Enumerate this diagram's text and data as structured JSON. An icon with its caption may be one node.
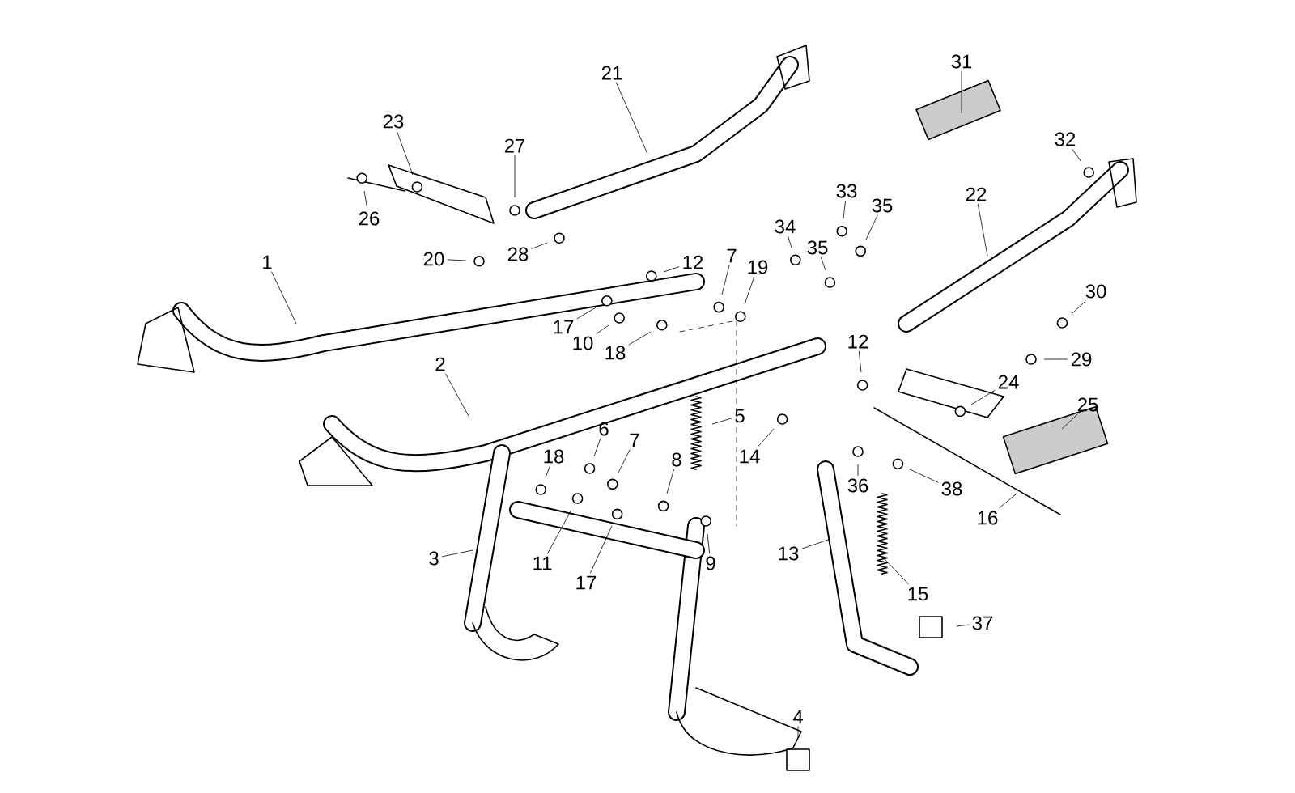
{
  "diagram": {
    "nodes": [
      {
        "text": [
          "31"
        ]
      },
      {
        "text": [
          "21"
        ]
      },
      {
        "text": [
          "23"
        ]
      },
      {
        "text": [
          "32"
        ]
      },
      {
        "text": [
          "27"
        ]
      },
      {
        "text": [
          "33"
        ]
      },
      {
        "text": [
          "22"
        ]
      },
      {
        "text": [
          "35"
        ]
      },
      {
        "text": [
          "26"
        ]
      },
      {
        "text": [
          "34"
        ]
      },
      {
        "text": [
          "35"
        ]
      },
      {
        "text": [
          "7"
        ]
      },
      {
        "text": [
          "28"
        ]
      },
      {
        "text": [
          "20"
        ]
      },
      {
        "text": [
          "12"
        ]
      },
      {
        "text": [
          "1"
        ]
      },
      {
        "text": [
          "19"
        ]
      },
      {
        "text": [
          "30"
        ]
      },
      {
        "text": [
          "17"
        ]
      },
      {
        "text": [
          "10"
        ]
      },
      {
        "text": [
          "12"
        ]
      },
      {
        "text": [
          "18"
        ]
      },
      {
        "text": [
          "29"
        ]
      },
      {
        "text": [
          "2"
        ]
      },
      {
        "text": [
          "24"
        ]
      },
      {
        "text": [
          "25"
        ]
      },
      {
        "text": [
          "5"
        ]
      },
      {
        "text": [
          "6"
        ]
      },
      {
        "text": [
          "7"
        ]
      },
      {
        "text": [
          "14"
        ]
      },
      {
        "text": [
          "18"
        ]
      },
      {
        "text": [
          "8"
        ]
      },
      {
        "text": [
          "36"
        ]
      },
      {
        "text": [
          "38"
        ]
      },
      {
        "text": [
          "16"
        ]
      },
      {
        "text": [
          "13"
        ]
      },
      {
        "text": [
          "3"
        ]
      },
      {
        "text": [
          "11"
        ]
      },
      {
        "text": [
          "9"
        ]
      },
      {
        "text": [
          "17"
        ]
      },
      {
        "text": [
          "15"
        ]
      },
      {
        "text": [
          "37"
        ]
      },
      {
        "text": [
          "4"
        ]
      }
    ],
    "edges": [
      {
        "from": 0,
        "to": null,
        "arrow": "none"
      },
      {
        "from": 1,
        "to": null,
        "arrow": "none"
      },
      {
        "from": 2,
        "to": null,
        "arrow": "none"
      },
      {
        "from": 3,
        "to": null,
        "arrow": "none"
      },
      {
        "from": 4,
        "to": null,
        "arrow": "none"
      },
      {
        "from": 5,
        "to": null,
        "arrow": "none"
      },
      {
        "from": 6,
        "to": null,
        "arrow": "none"
      },
      {
        "from": 7,
        "to": null,
        "arrow": "none"
      },
      {
        "from": 8,
        "to": null,
        "arrow": "none"
      },
      {
        "from": 9,
        "to": null,
        "arrow": "none"
      },
      {
        "from": 10,
        "to": null,
        "arrow": "none"
      },
      {
        "from": 11,
        "to": null,
        "arrow": "none"
      },
      {
        "from": 12,
        "to": null,
        "arrow": "none"
      },
      {
        "from": 13,
        "to": null,
        "arrow": "none"
      },
      {
        "from": 14,
        "to": null,
        "arrow": "none"
      },
      {
        "from": 15,
        "to": null,
        "arrow": "none"
      },
      {
        "from": 16,
        "to": null,
        "arrow": "none"
      },
      {
        "from": 17,
        "to": null,
        "arrow": "none"
      },
      {
        "from": 18,
        "to": null,
        "arrow": "none"
      },
      {
        "from": 19,
        "to": null,
        "arrow": "none"
      },
      {
        "from": 20,
        "to": null,
        "arrow": "none"
      },
      {
        "from": 21,
        "to": null,
        "arrow": "none"
      },
      {
        "from": 22,
        "to": null,
        "arrow": "none"
      },
      {
        "from": 23,
        "to": null,
        "arrow": "none"
      },
      {
        "from": 24,
        "to": null,
        "arrow": "none"
      },
      {
        "from": 25,
        "to": null,
        "arrow": "none"
      },
      {
        "from": 26,
        "to": null,
        "arrow": "none"
      },
      {
        "from": 27,
        "to": null,
        "arrow": "none"
      },
      {
        "from": 28,
        "to": null,
        "arrow": "none"
      },
      {
        "from": 29,
        "to": null,
        "arrow": "none"
      },
      {
        "from": 30,
        "to": null,
        "arrow": "none"
      },
      {
        "from": 31,
        "to": null,
        "arrow": "none"
      },
      {
        "from": 32,
        "to": null,
        "arrow": "none"
      },
      {
        "from": 33,
        "to": null,
        "arrow": "none"
      },
      {
        "from": 34,
        "to": null,
        "arrow": "none"
      },
      {
        "from": 35,
        "to": null,
        "arrow": "none"
      },
      {
        "from": 36,
        "to": null,
        "arrow": "none"
      },
      {
        "from": 37,
        "to": null,
        "arrow": "none"
      },
      {
        "from": 38,
        "to": null,
        "arrow": "none"
      },
      {
        "from": 39,
        "to": null,
        "arrow": "none"
      },
      {
        "from": 40,
        "to": null,
        "arrow": "none"
      },
      {
        "from": 41,
        "to": null,
        "arrow": "none"
      },
      {
        "from": 42,
        "to": null,
        "arrow": "none"
      }
    ]
  }
}
